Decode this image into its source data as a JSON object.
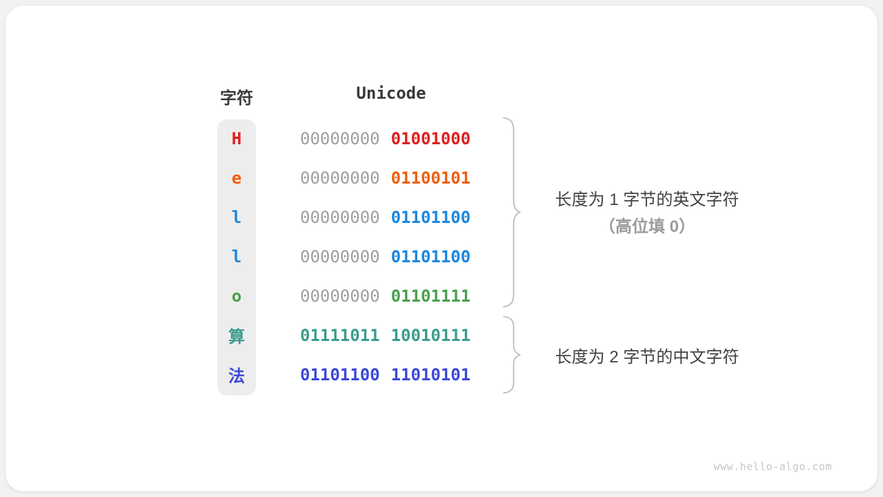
{
  "diagram": {
    "headers": {
      "char": "字符",
      "unicode": "Unicode"
    },
    "rows": [
      {
        "char": "H",
        "color": "#df1e1e",
        "byte1": "00000000",
        "byte1_color": "#9e9e9e",
        "byte2": "01001000"
      },
      {
        "char": "e",
        "color": "#ee5f0b",
        "byte1": "00000000",
        "byte1_color": "#9e9e9e",
        "byte2": "01100101"
      },
      {
        "char": "l",
        "color": "#1b87df",
        "byte1": "00000000",
        "byte1_color": "#9e9e9e",
        "byte2": "01101100"
      },
      {
        "char": "l",
        "color": "#1b87df",
        "byte1": "00000000",
        "byte1_color": "#9e9e9e",
        "byte2": "01101100"
      },
      {
        "char": "o",
        "color": "#49a04d",
        "byte1": "00000000",
        "byte1_color": "#9e9e9e",
        "byte2": "01101111"
      },
      {
        "char": "算",
        "color": "#3a9c8d",
        "byte1": "01111011",
        "byte1_color": "#3a9c8d",
        "byte2": "10010111"
      },
      {
        "char": "法",
        "color": "#3b49d8",
        "byte1": "01101100",
        "byte1_color": "#3b49d8",
        "byte2": "11010101"
      }
    ],
    "annotations": {
      "ascii_line1": "长度为 1 字节的英文字符",
      "ascii_line2": "（高位填 0）",
      "cjk_line1": "长度为 2 字节的中文字符"
    },
    "brace_color": "#b4b4b4",
    "watermark": "www.hello-algo.com"
  }
}
